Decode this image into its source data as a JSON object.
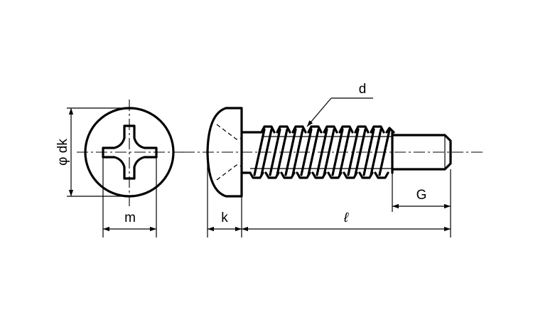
{
  "labels": {
    "head_diameter": "φ dk",
    "recess_width": "m",
    "head_height": "k",
    "length": "ℓ",
    "thread_diameter": "d",
    "unthreaded_tip": "G"
  }
}
